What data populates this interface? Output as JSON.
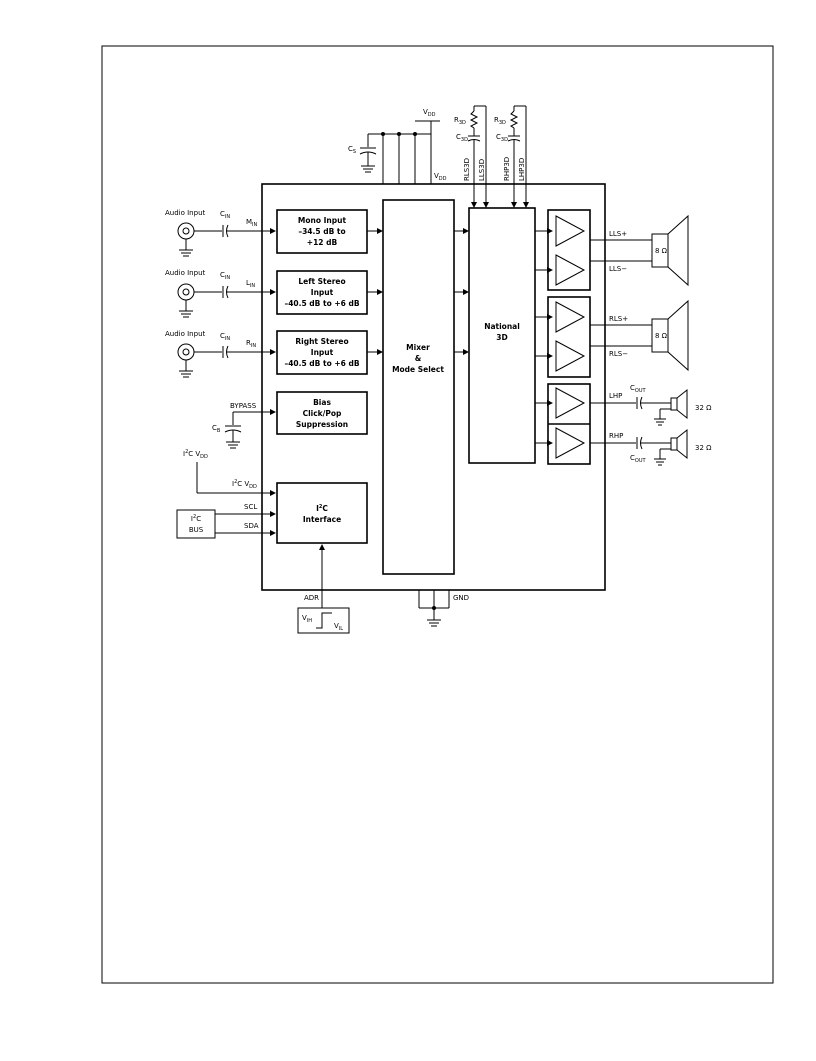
{
  "inputs": [
    {
      "source": "Audio Input",
      "cap": "C",
      "cap_sub": "IN",
      "pin": "M",
      "pin_sub": "IN"
    },
    {
      "source": "Audio Input",
      "cap": "C",
      "cap_sub": "IN",
      "pin": "L",
      "pin_sub": "IN"
    },
    {
      "source": "Audio Input",
      "cap": "C",
      "cap_sub": "IN",
      "pin": "R",
      "pin_sub": "IN"
    }
  ],
  "blocks": {
    "mono": [
      "Mono Input",
      "–34.5 dB to",
      "+12 dB"
    ],
    "left": [
      "Left Stereo",
      "Input",
      "–40.5 dB to +6 dB"
    ],
    "right": [
      "Right Stereo",
      "Input",
      "–40.5 dB to +6 dB"
    ],
    "bias": [
      "Bias",
      "Click/Pop",
      "Suppression"
    ],
    "i2c": [
      "I",
      "2",
      "C",
      "Interface"
    ],
    "mixer": [
      "Mixer",
      "&",
      "Mode Select"
    ],
    "national": [
      "National",
      "3D"
    ]
  },
  "supply": {
    "vdd_top": "V",
    "vdd_top_sub": "DD",
    "vdd_chip": "V",
    "vdd_chip_sub": "DD",
    "cs": "C",
    "cs_sub": "S"
  },
  "three_d": {
    "r": "R",
    "r_sub": "3D",
    "c": "C",
    "c_sub": "3D",
    "pins": [
      "RLS3D",
      "LLS3D",
      "RHP3D",
      "LHP3D"
    ]
  },
  "bypass": {
    "label": "BYPASS",
    "cap": "C",
    "cap_sub": "B"
  },
  "i2c_bus": {
    "vdd_ext": "I",
    "vdd_ext_sup": "2",
    "vdd_ext_mid": "C V",
    "vdd_ext_sub": "DD",
    "bus_a": "I",
    "bus_a_sup": "2",
    "bus_a_mid": "C",
    "bus_b": "BUS",
    "scl": "SCL",
    "sda": "SDA",
    "vdd_in": "I",
    "vdd_in_sup": "2",
    "vdd_in_mid": "C V",
    "vdd_in_sub": "DD"
  },
  "adr": {
    "label": "ADR",
    "vih": "V",
    "vih_sub": "IH",
    "vil": "V",
    "vil_sub": "IL"
  },
  "gnd": "GND",
  "outputs": {
    "lls_pos": "LLS+",
    "lls_neg": "LLS−",
    "rls_pos": "RLS+",
    "rls_neg": "RLS−",
    "lhp": "LHP",
    "rhp": "RHP",
    "cout": "C",
    "cout_sub": "OUT",
    "spk_ohm": "8 Ω",
    "hp_ohm": "32 Ω"
  }
}
